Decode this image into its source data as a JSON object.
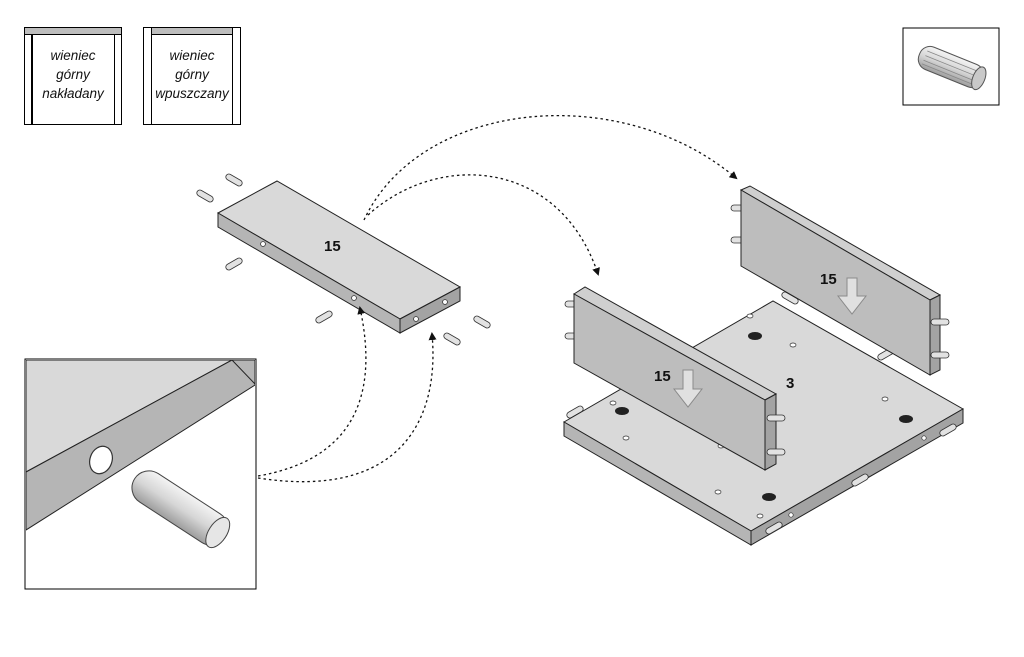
{
  "legend": {
    "overlay_top": {
      "line1": "wieniec",
      "line2": "górny",
      "line3": "nakładany"
    },
    "inset_top": {
      "line1": "wieniec",
      "line2": "górny",
      "line3": "wpuszczany"
    }
  },
  "icons": {
    "dowel_reference": "wooden-dowel-icon",
    "arrow_down": "arrow-down-icon"
  },
  "labels": {
    "top_panel": "15",
    "back_panel": "15",
    "front_panel": "15",
    "base_panel": "3"
  },
  "colors": {
    "panel_face": "#d9d9d9",
    "panel_side": "#b5b5b5",
    "panel_edge": "#9c9c9c",
    "line": "#222222"
  }
}
